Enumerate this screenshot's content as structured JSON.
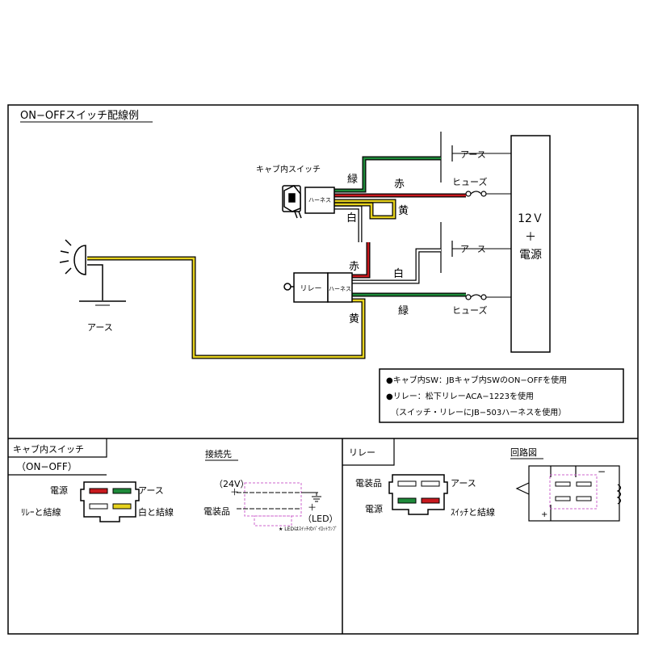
{
  "title": "ON−OFFスイッチ配線例",
  "main": {
    "cab_switch_label": "キャブ内スイッチ",
    "harness_label": "ハーネス",
    "relay_label": "リレー",
    "relay_harness_label": "ハーネス",
    "wire_green_top": "緑",
    "wire_red_top": "赤",
    "wire_yellow_top": "黄",
    "wire_white_top": "白",
    "wire_red_mid": "赤",
    "wire_white_mid": "白",
    "wire_green_bottom": "緑",
    "wire_yellow_bottom": "黄",
    "earth_top": "アース",
    "fuse_top": "ヒューズ",
    "earth_mid": "アース",
    "fuse_bottom": "ヒューズ",
    "earth_lamp": "アース",
    "power_12v": "12Ｖ",
    "power_plus": "＋",
    "power_source": "電源",
    "notes": [
      "●キャブ内SW：JBキャブ内SWのON−OFFを使用",
      "●リレー：松下リレーACA−1223を使用",
      "（スイッチ・リレーにJB−503ハーネスを使用）"
    ]
  },
  "bottom_left": {
    "title_line1": "キャブ内スイッチ",
    "title_line2": "（ON−OFF）",
    "pin_power": "電源",
    "pin_earth": "アース",
    "pin_relay": "ﾘﾚｰと結線",
    "pin_white": "白と結線"
  },
  "bottom_mid": {
    "title": "接続先",
    "v24": "（24V）",
    "plus_top": "＋",
    "plus_right": "＋",
    "denso": "電装品",
    "led": "（LED）",
    "note": "★ LEDはｽｲｯﾁのﾊﾟｲﾛｯﾄﾗﾝﾌﾟ"
  },
  "bottom_right": {
    "title": "リレー",
    "pin_denso": "電装品",
    "pin_earth": "アース",
    "pin_power": "電源",
    "pin_switch": "ｽｲｯﾁと結線",
    "circuit_title": "回路図",
    "circuit_minus": "−",
    "circuit_plus": "+"
  },
  "colors": {
    "red": "#c8191e",
    "green": "#1e8a3a",
    "yellow": "#e6d21e",
    "pink": "#cc66cc"
  }
}
